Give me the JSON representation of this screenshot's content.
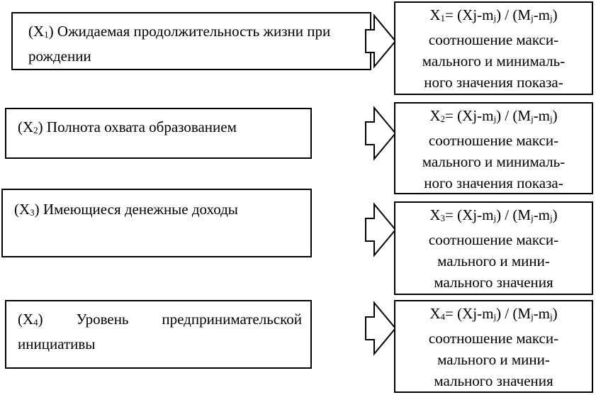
{
  "rows": [
    {
      "input_var": "X",
      "input_sub": "1",
      "input_label": "Ожидаемая продолжительность жизни при рождении",
      "formula_var": "X",
      "formula_sub": "1",
      "formula_body": "= (Xj-m",
      "formula_lines": [
        "соотношение макси-",
        "мального и минималь-",
        "ного значения показа-"
      ]
    },
    {
      "input_var": "X",
      "input_sub": "2",
      "input_label": "Полнота охвата образованием",
      "formula_var": "X",
      "formula_sub": "2",
      "formula_body": "= (Xj-m",
      "formula_lines": [
        "соотношение макси-",
        "мального и минималь-",
        "ного значения показа-"
      ]
    },
    {
      "input_var": "X",
      "input_sub": "3",
      "input_label": "Имеющиеся денежные доходы",
      "formula_var": "X",
      "formula_sub": "3",
      "formula_body": "= (Xj-m",
      "formula_lines": [
        "соотношение макси-",
        "мального и мини-",
        "мального значения"
      ]
    },
    {
      "input_var": "X",
      "input_sub": "4",
      "input_label": "Уровень предпринимательской инициативы",
      "formula_var": "X",
      "formula_sub": "4",
      "formula_body": "= (Xj-m",
      "formula_lines": [
        "соотношение макси-",
        "мального и мини-",
        "мального значения"
      ]
    }
  ],
  "formula_common": {
    "sub_j": "j",
    "divider": ") / (M",
    "close_m": "-m",
    "close": ")"
  }
}
